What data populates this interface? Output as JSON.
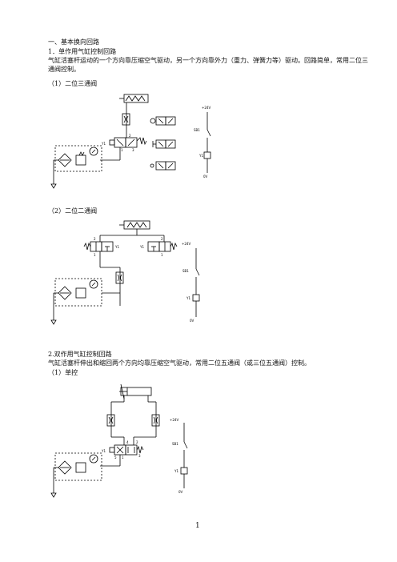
{
  "section1": {
    "title": "一、基本换向回路",
    "sub1_heading": "1．单作用气缸控制回路",
    "sub1_para": "气缸活塞杆运动的一个方向靠压缩空气驱动，另一个方向靠外力（重力、弹簧力等）驱动。回路简单，常用二位三通阀控制。",
    "case1_label": "（1）二位三通阀",
    "case2_label": "（2）二位二通阀"
  },
  "section2": {
    "heading": "2.双作用气缸控制回路",
    "para": "气缸活塞杆伸出和缩回两个方向均靠压缩空气驱动，常用二位五通阀（或三位五通阀）控制。",
    "case1_label": "（1）单控"
  },
  "diagram_labels": {
    "v24": "+24V",
    "sb1": "SB1",
    "y1": "Y1",
    "v0": "0V",
    "port1": "1",
    "port2": "2",
    "port3": "3",
    "port4": "4",
    "port5": "5"
  },
  "page_number": "1"
}
